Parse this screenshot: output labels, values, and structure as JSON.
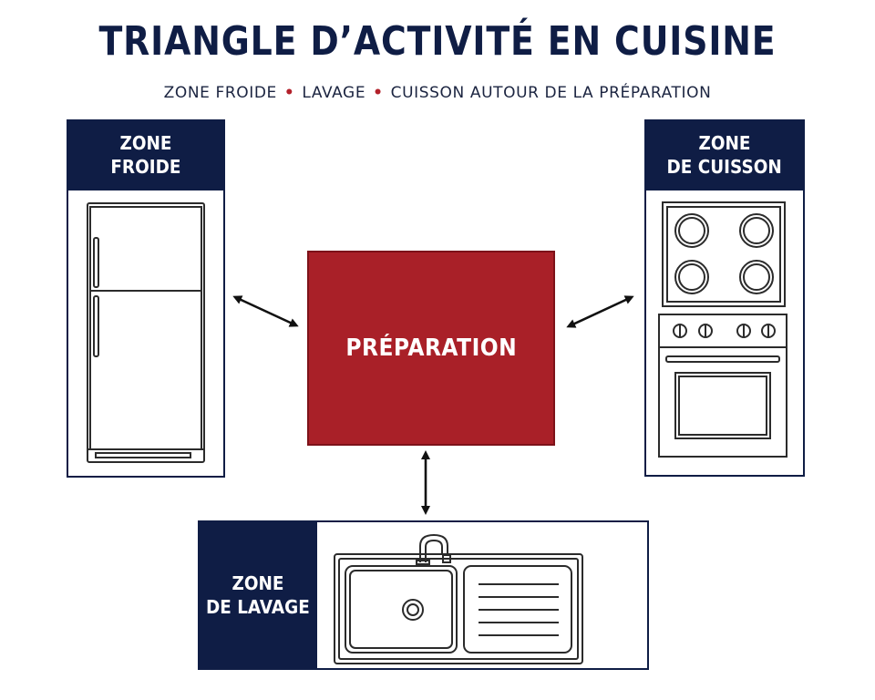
{
  "title": "TRIANGLE D’ACTIVITÉ EN CUISINE",
  "subtitle": {
    "parts": [
      "ZONE FROIDE",
      "LAVAGE",
      "CUISSON AUTOUR DE LA PRÉPARATION"
    ],
    "separator": "•"
  },
  "zones": {
    "froide": {
      "line1": "ZONE",
      "line2": "FROIDE",
      "icon": "refrigerator-icon"
    },
    "cuisson": {
      "line1": "ZONE",
      "line2": "DE CUISSON",
      "icon": "stove-oven-icon"
    },
    "lavage": {
      "line1": "ZONE",
      "line2": "DE LAVAGE",
      "icon": "sink-icon"
    }
  },
  "center": {
    "label": "PRÉPARATION"
  },
  "colors": {
    "navy": "#0f1d45",
    "red": "#a92028",
    "separator_red": "#b3212b",
    "line": "#2b2b2b"
  }
}
